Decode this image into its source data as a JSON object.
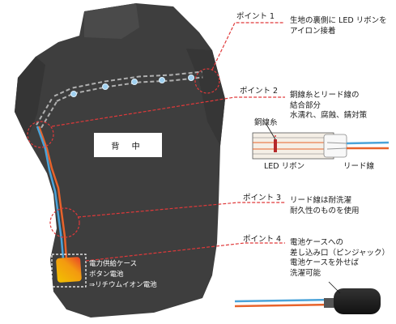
{
  "body_label": "背 中",
  "points": [
    {
      "title": "ポイント 1",
      "lines": [
        "生地の裏側に LED リボンを",
        "アイロン接着"
      ]
    },
    {
      "title": "ポイント 2",
      "lines": [
        "銅線糸とリード線の",
        "結合部分",
        "水濡れ、腐蝕、錆対策"
      ]
    },
    {
      "title": "ポイント 3",
      "lines": [
        "リード線は耐洗濯",
        "耐久性のものを使用"
      ]
    },
    {
      "title": "ポイント 4",
      "lines": [
        "電池ケースへの",
        "差し込み口（ピンジャック）",
        "電池ケースを外せば",
        "洗濯可能"
      ]
    }
  ],
  "detail": {
    "copper_thread": "銅線糸",
    "led_ribbon": "LED リボン",
    "lead_wire": "リード線"
  },
  "battery": [
    "電力供給ケース",
    "ボタン電池",
    "⇒リチウムイオン電池"
  ],
  "colors": {
    "garment": "#3e3e3e",
    "dash": "#e0393a",
    "wire_blue": "#4aa3d9",
    "wire_orange": "#e8632b",
    "led_dot": "#9fd0f0"
  }
}
